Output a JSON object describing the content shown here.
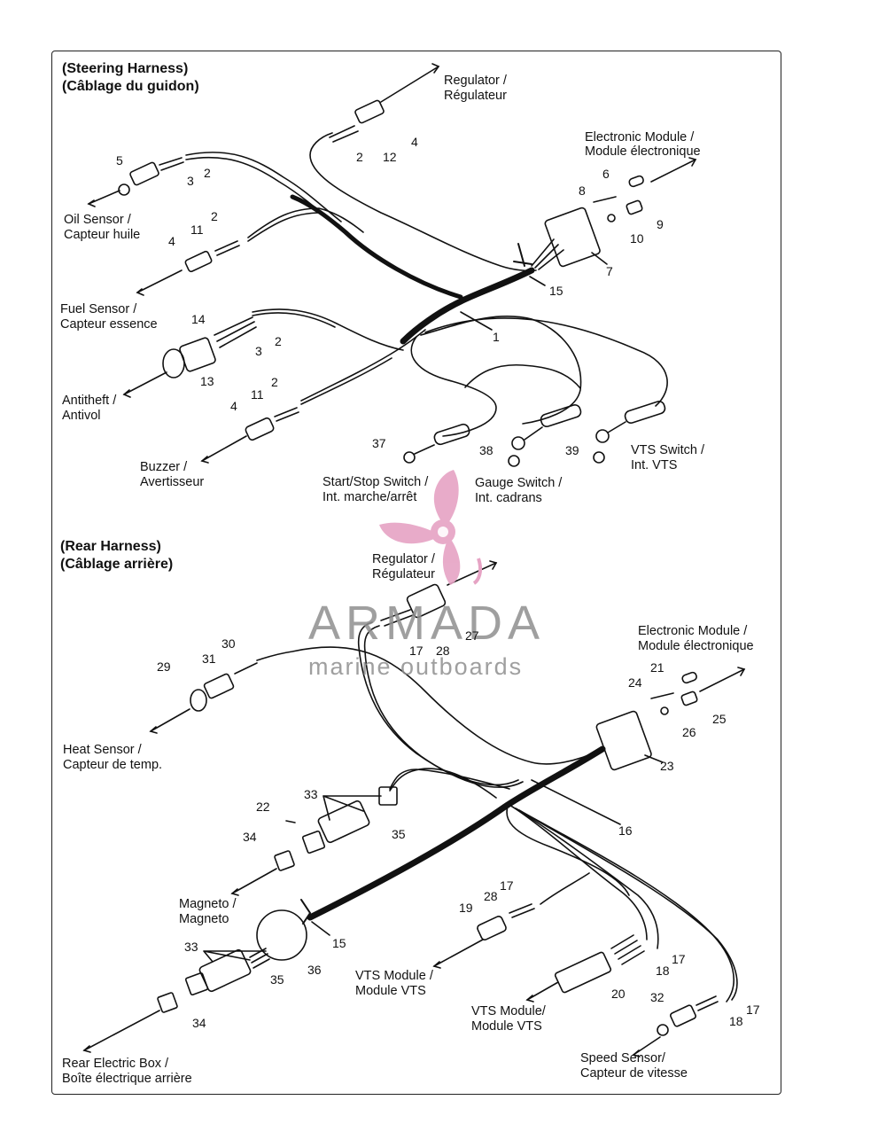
{
  "sections": {
    "steering_title_en": "(Steering Harness)",
    "steering_title_fr": "(Câblage du guidon)",
    "rear_title_en": "(Rear Harness)",
    "rear_title_fr": "(Câblage arrière)"
  },
  "labels": {
    "regulator_1": "Regulator /",
    "regulator_2": "Régulateur",
    "em_1": "Electronic Module /",
    "em_2": "Module électronique",
    "oil_1": "Oil Sensor /",
    "oil_2": "Capteur huile",
    "fuel_1": "Fuel Sensor /",
    "fuel_2": "Capteur essence",
    "antitheft_1": "Antitheft /",
    "antitheft_2": "Antivol",
    "buzzer_1": "Buzzer /",
    "buzzer_2": "Avertisseur",
    "start_1": "Start/Stop Switch /",
    "start_2": "Int. marche/arrêt",
    "gauge_1": "Gauge Switch /",
    "gauge_2": "Int. cadrans",
    "vts_sw_1": "VTS Switch /",
    "vts_sw_2": "Int. VTS",
    "rear_regulator_1": "Regulator /",
    "rear_regulator_2": "Régulateur",
    "rear_em_1": "Electronic Module /",
    "rear_em_2": "Module électronique",
    "heat_1": "Heat Sensor /",
    "heat_2": "Capteur de temp.",
    "magneto_1": "Magneto /",
    "magneto_2": "Magneto",
    "vts_mod_a_1": "VTS Module /",
    "vts_mod_a_2": "Module VTS",
    "vts_mod_b_1": "VTS Module/",
    "vts_mod_b_2": "Module VTS",
    "speed_1": "Speed Sensor/",
    "speed_2": "Capteur de vitesse",
    "box_1": "Rear Electric Box /",
    "box_2": "Boîte électrique arrière"
  },
  "callouts": [
    "1",
    "2",
    "3",
    "4",
    "5",
    "6",
    "7",
    "8",
    "9",
    "10",
    "11",
    "12",
    "13",
    "14",
    "15",
    "16",
    "17",
    "18",
    "19",
    "20",
    "21",
    "22",
    "23",
    "24",
    "25",
    "26",
    "27",
    "28",
    "29",
    "30",
    "31",
    "32",
    "33",
    "34",
    "35",
    "36",
    "37",
    "38",
    "39"
  ],
  "watermark": {
    "brand": "ARMADA",
    "tagline": "marine outboards",
    "accent_color": "#e6a3c4",
    "text_color": "#8f8f8f"
  },
  "colors": {
    "line": "#111111",
    "harness": "#0d0d0d"
  }
}
